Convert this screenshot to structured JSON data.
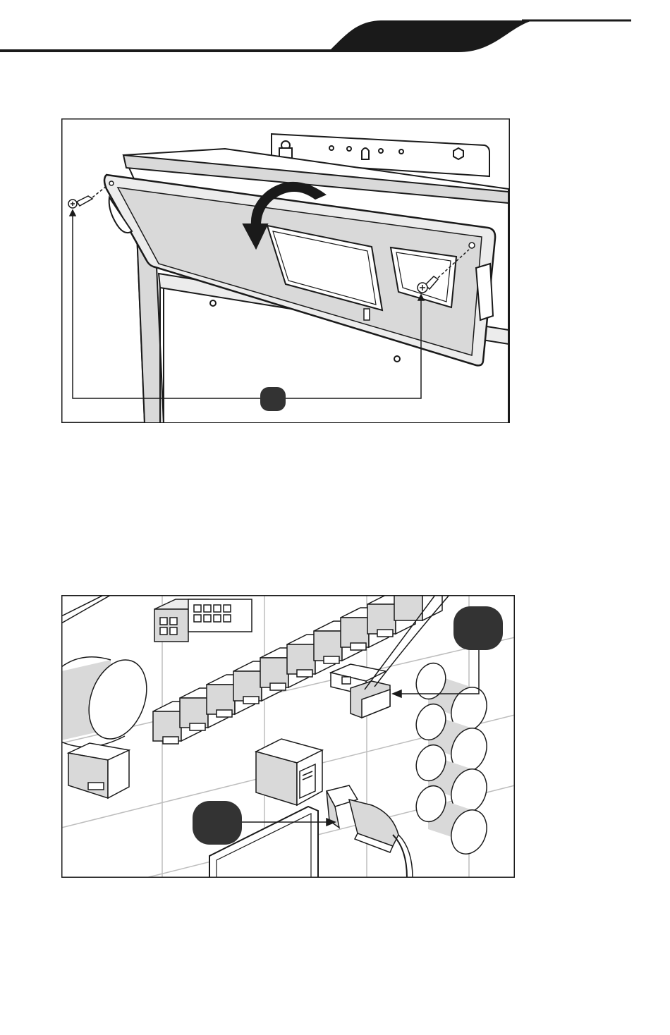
{
  "colors": {
    "ink": "#1a1a1a",
    "shade": "#d9d9d9",
    "shade_light": "#ececec",
    "grid": "#bdbdbd",
    "paper": "#ffffff"
  },
  "header": {
    "tab_icon": "page-header-tab"
  },
  "figure_1": {
    "description_icon": "panel-door-removal-illustration",
    "callouts": [
      {
        "icon": "callout-badge",
        "label": ""
      }
    ]
  },
  "figure_2": {
    "description_icon": "control-board-connectors-illustration",
    "callouts": [
      {
        "icon": "callout-badge",
        "label": ""
      },
      {
        "icon": "callout-badge",
        "label": ""
      }
    ]
  }
}
